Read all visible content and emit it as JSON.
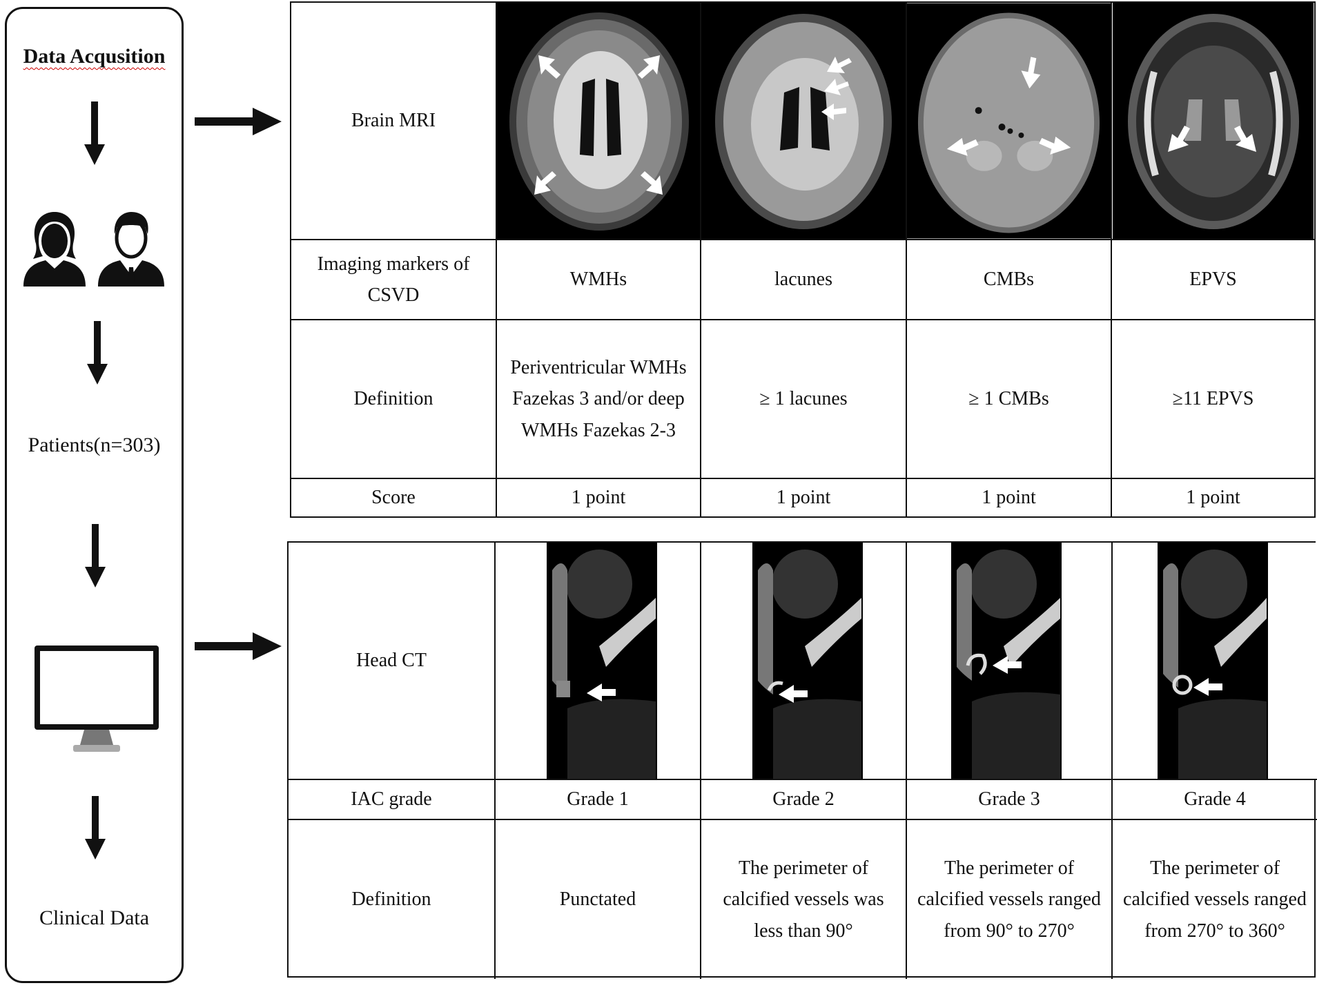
{
  "flow": {
    "title": "Data Acqusition",
    "patients_label": "Patients(n=303)",
    "clinical_label": "Clinical Data"
  },
  "mri_table": {
    "rows": {
      "image_label": "Brain MRI",
      "markers_label": "Imaging markers of CSVD",
      "definition_label": "Definition",
      "score_label": "Score"
    },
    "columns": [
      {
        "marker": "WMHs",
        "definition": "Periventricular WMHs Fazekas 3 and/or deep WMHs Fazekas 2-3",
        "score": "1 point"
      },
      {
        "marker": "lacunes",
        "definition": "≥ 1 lacunes",
        "score": "1 point"
      },
      {
        "marker": "CMBs",
        "definition": "≥ 1 CMBs",
        "score": "1 point"
      },
      {
        "marker": "EPVS",
        "definition": "≥11 EPVS",
        "score": "1 point"
      }
    ]
  },
  "ct_table": {
    "rows": {
      "image_label": "Head CT",
      "grade_label": "IAC grade",
      "definition_label": "Definition"
    },
    "columns": [
      {
        "grade": "Grade 1",
        "definition": "Punctated"
      },
      {
        "grade": "Grade 2",
        "definition": "The perimeter of calcified vessels was less than 90°"
      },
      {
        "grade": "Grade 3",
        "definition": "The perimeter of calcified vessels ranged from 90° to 270°"
      },
      {
        "grade": "Grade 4",
        "definition": "The perimeter of calcified vessels ranged from 270° to 360°"
      }
    ]
  },
  "icons": [
    "down-arrow-icon",
    "female-patient-icon",
    "male-patient-icon",
    "computer-monitor-icon",
    "right-arrow-icon"
  ],
  "colors": {
    "line": "#111111",
    "scan_background": "#000000",
    "annotation_arrow": "#ffffff"
  }
}
